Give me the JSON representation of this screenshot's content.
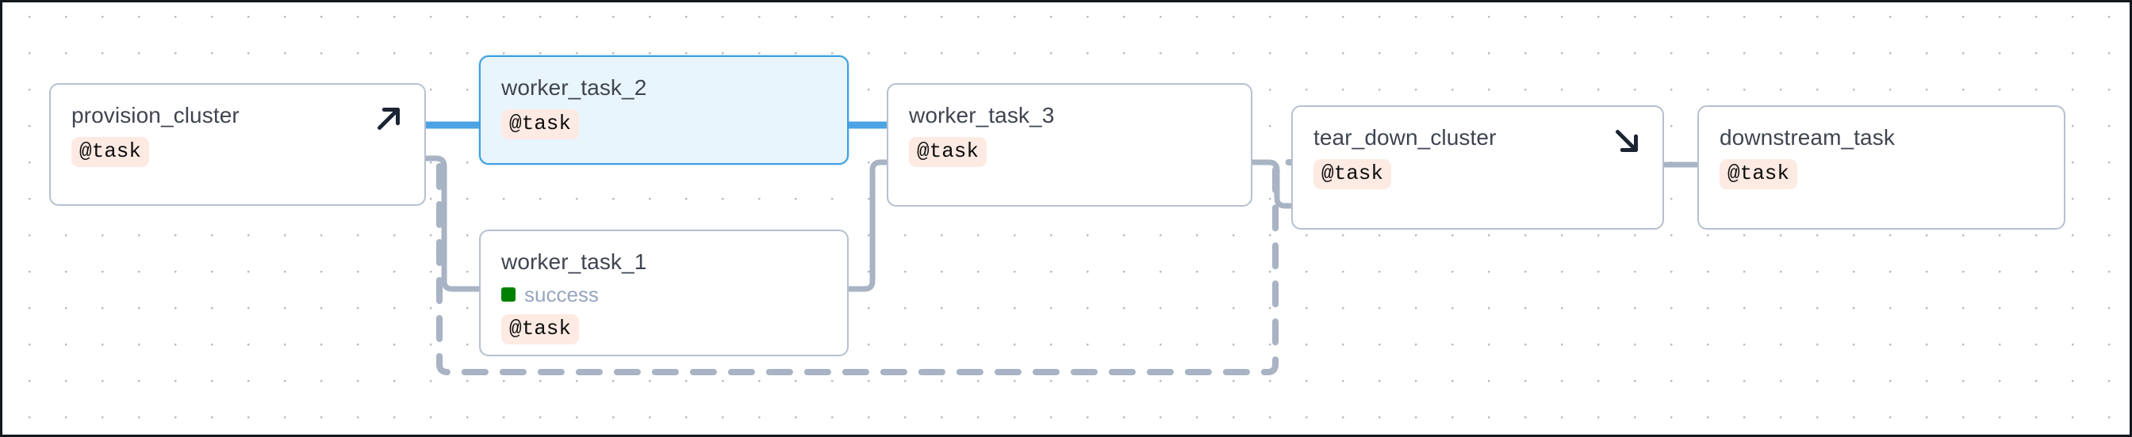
{
  "graph": {
    "background_color": "#ffffff",
    "grid_dot_color": "#b9bcc4",
    "frame_color": "#14181f",
    "node_border_color": "#b6c0cf",
    "selected_node_border_color": "#3d9fe0",
    "selected_node_fill_color": "#e9f5fd",
    "badge_bg_color": "#fdeae3",
    "edge_color": "#a8b3c4",
    "selected_edge_color": "#4ba3e3",
    "success_color": "#008000",
    "status_text_color": "#97a6c0"
  },
  "nodes": [
    {
      "id": "provision_cluster",
      "title": "provision_cluster",
      "badge": "@task",
      "icon": "arrow-up-right-icon",
      "selected": false
    },
    {
      "id": "worker_task_2",
      "title": "worker_task_2",
      "badge": "@task",
      "icon": null,
      "selected": true
    },
    {
      "id": "worker_task_1",
      "title": "worker_task_1",
      "badge": "@task",
      "status": "success",
      "icon": null,
      "selected": false
    },
    {
      "id": "worker_task_3",
      "title": "worker_task_3",
      "badge": "@task",
      "icon": null,
      "selected": false
    },
    {
      "id": "tear_down_cluster",
      "title": "tear_down_cluster",
      "badge": "@task",
      "icon": "arrow-down-right-icon",
      "selected": false
    },
    {
      "id": "downstream_task",
      "title": "downstream_task",
      "badge": "@task",
      "icon": null,
      "selected": false
    }
  ]
}
